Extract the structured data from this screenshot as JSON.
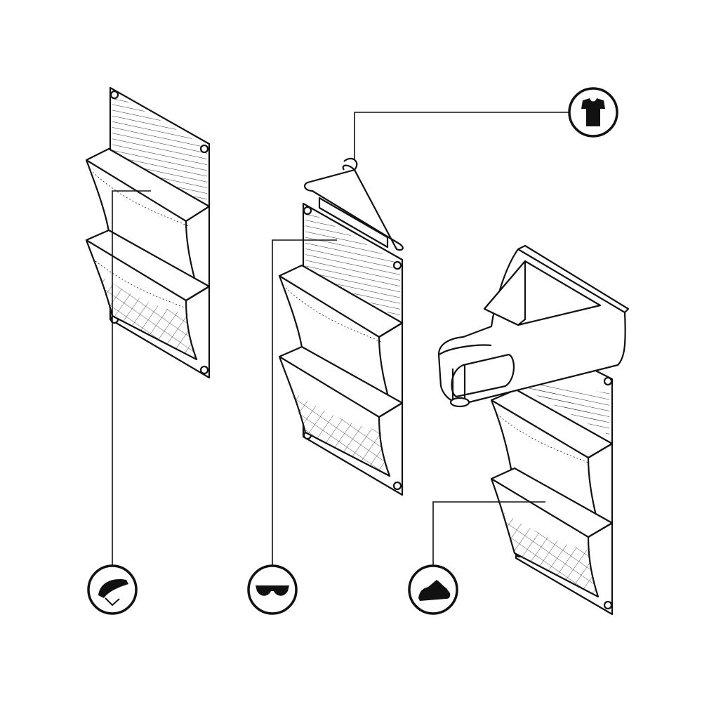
{
  "colors": {
    "stroke": "#111111",
    "fill": "#ffffff",
    "background": "#ffffff"
  },
  "organizers": [
    {
      "id": "wall-mount",
      "mount": "wall-screws",
      "pockets": 2,
      "callout_icon": "cycling-helmet-icon"
    },
    {
      "id": "hanger-mount",
      "mount": "clothes-hanger",
      "pockets": 2,
      "callout_icon": "sunglasses-icon"
    },
    {
      "id": "clamp-mount",
      "mount": "table-clamp",
      "pockets": 2,
      "callout_icon": "cycling-shoe-icon"
    }
  ],
  "extra_callouts": [
    {
      "target": "hanger-mount",
      "callout_icon": "jersey-icon"
    }
  ]
}
